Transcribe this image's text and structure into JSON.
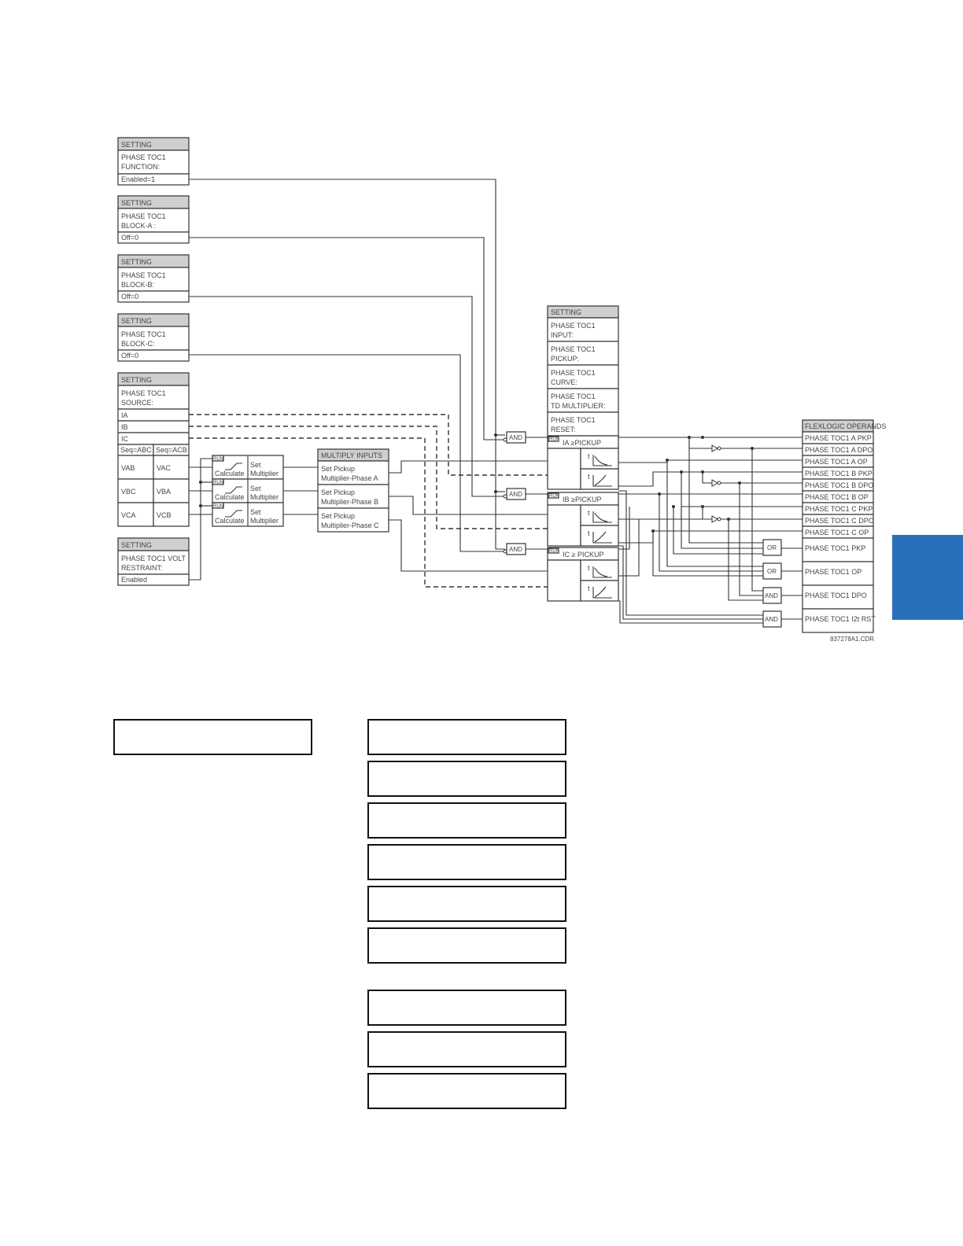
{
  "setting_header": "SETTING",
  "settings": [
    {
      "line1": "PHASE TOC1",
      "line2": "FUNCTION:",
      "value": "Enabled=1"
    },
    {
      "line1": "PHASE TOC1",
      "line2": "BLOCK-A :",
      "value": "Off=0"
    },
    {
      "line1": "PHASE TOC1",
      "line2": "BLOCK-B:",
      "value": "Off=0"
    },
    {
      "line1": "PHASE TOC1",
      "line2": "BLOCK-C:",
      "value": "Off=0"
    }
  ],
  "source": {
    "line1": "PHASE TOC1",
    "line2": "SOURCE:",
    "currents": [
      "IA",
      "IB",
      "IC"
    ],
    "seq_abc": "Seq=ABC",
    "seq_acb": "Seq=ACB",
    "volts_abc": [
      "VAB",
      "VBC",
      "VCA"
    ],
    "volts_acb": [
      "VAC",
      "VBA",
      "VCB"
    ]
  },
  "volt_restraint": {
    "line1": "PHASE TOC1 VOLT",
    "line2": "RESTRAINT:",
    "value": "Enabled"
  },
  "calc": {
    "run": "RUN",
    "calculate": "Calculate",
    "set": "Set",
    "multiplier": "Multiplier"
  },
  "multiply": {
    "title": "MULTIPLY INPUTS",
    "rows": [
      {
        "line1": "Set Pickup",
        "line2": "Multiplier-Phase A"
      },
      {
        "line1": "Set Pickup",
        "line2": "Multiplier-Phase B"
      },
      {
        "line1": "Set Pickup",
        "line2": "Multiplier-Phase C"
      }
    ]
  },
  "toc_settings": [
    {
      "line1": "PHASE TOC1",
      "line2": "INPUT:"
    },
    {
      "line1": "PHASE TOC1",
      "line2": "PICKUP:"
    },
    {
      "line1": "PHASE TOC1",
      "line2": "CURVE:"
    },
    {
      "line1": "PHASE TOC1",
      "line2": "TD MULTIPLIER:"
    },
    {
      "line1": "PHASE TOC1",
      "line2": "RESET:"
    }
  ],
  "pickups": [
    "IA ≥PICKUP",
    "IB ≥PICKUP",
    "IC ≥ PICKUP"
  ],
  "gates": {
    "and": "AND",
    "or": "OR",
    "t": "t"
  },
  "flexlogic": {
    "title": "FLEXLOGIC OPERANDS",
    "operands": [
      "PHASE TOC1 A PKP",
      "PHASE TOC1 A DPO",
      "PHASE TOC1 A OP",
      "PHASE TOC1 B PKP",
      "PHASE TOC1 B DPO",
      "PHASE TOC1 B OP",
      "PHASE TOC1 C PKP",
      "PHASE TOC1 C DPO",
      "PHASE TOC1 C OP"
    ],
    "summary": [
      "PHASE TOC1 PKP",
      "PHASE TOC1 OP",
      "PHASE TOC1 DPO",
      "PHASE TOC1 I2t RST"
    ]
  },
  "drawing_code": "837278A1.CDR",
  "colors": {
    "tab": "#2970bb",
    "header_fill": "#cfcfcf"
  }
}
